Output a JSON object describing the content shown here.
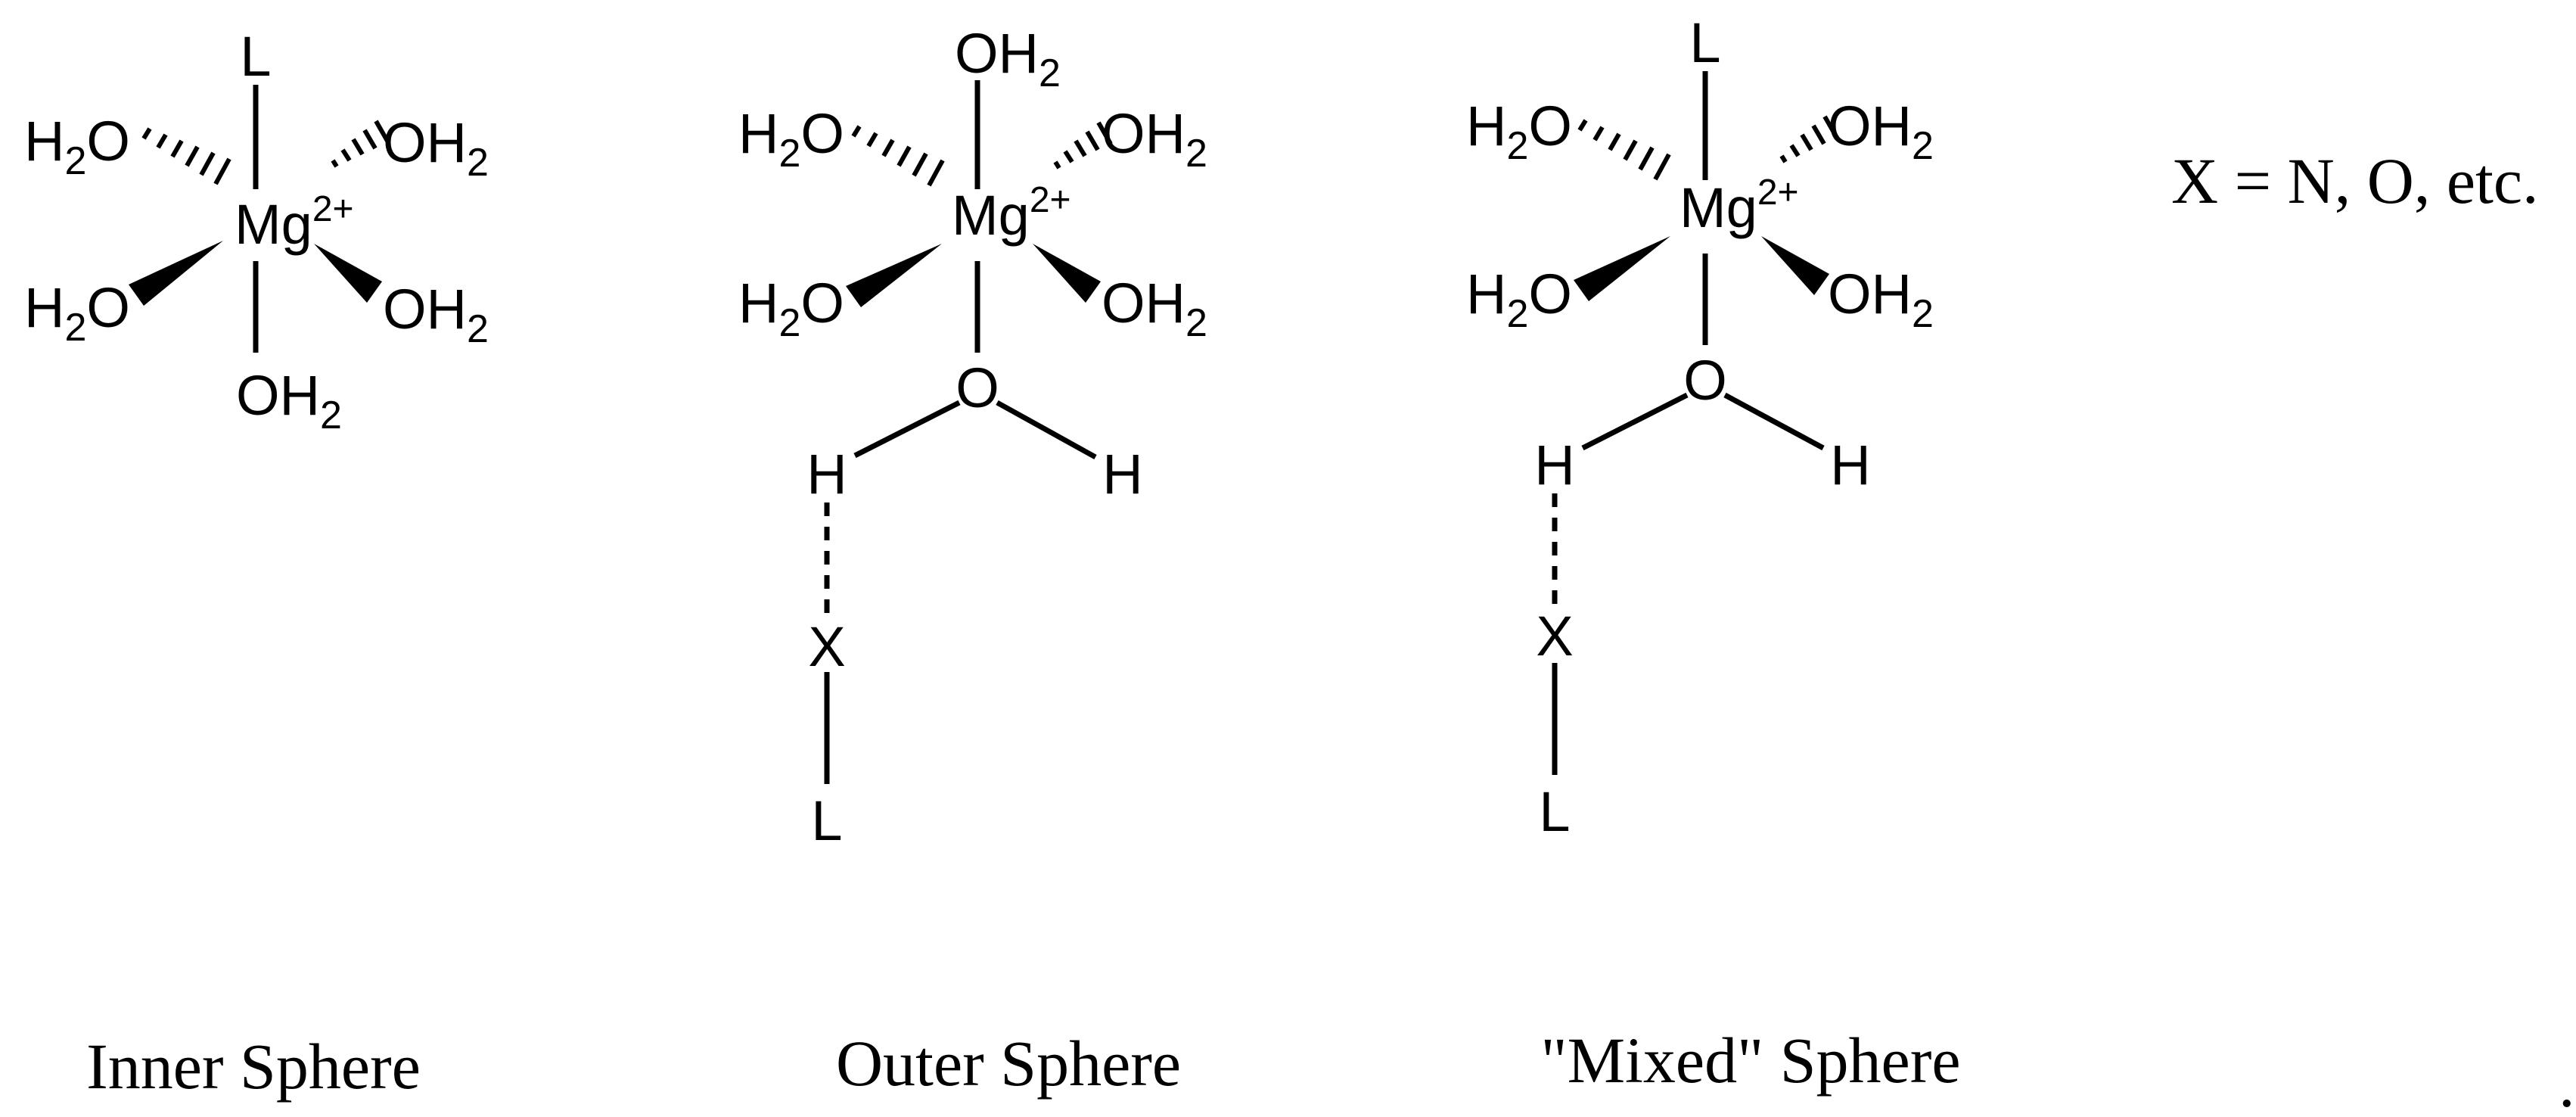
{
  "atoms": {
    "ligand": "L",
    "metal": "Mg",
    "charge": "2+",
    "water_left_main": "H",
    "water_left_sub": "2",
    "water_left_tail": "O",
    "water_right_head": "OH",
    "water_right_sub": "2",
    "oxygen": "O",
    "hydrogen": "H",
    "heteroatom": "X"
  },
  "legend": "X = N, O, etc.",
  "labels": {
    "inner": "Inner Sphere",
    "outer": "Outer Sphere",
    "mixed": "\"Mixed\" Sphere"
  },
  "trailing_mark": "."
}
